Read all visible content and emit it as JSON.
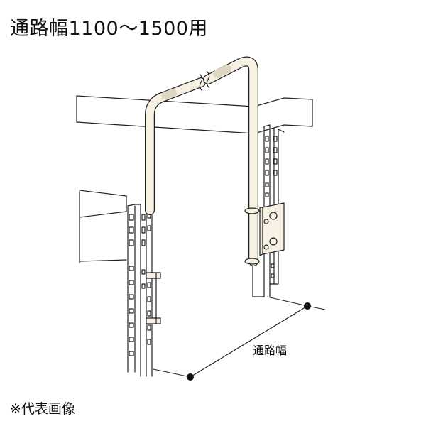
{
  "title": "通路幅1100～1500用",
  "dimension_label": "通路幅",
  "footnote": "※代表画像",
  "colors": {
    "rail": "#f6f1e2",
    "rail_band": "#ddd6c3",
    "outline": "#222222",
    "marker": "#111111"
  }
}
